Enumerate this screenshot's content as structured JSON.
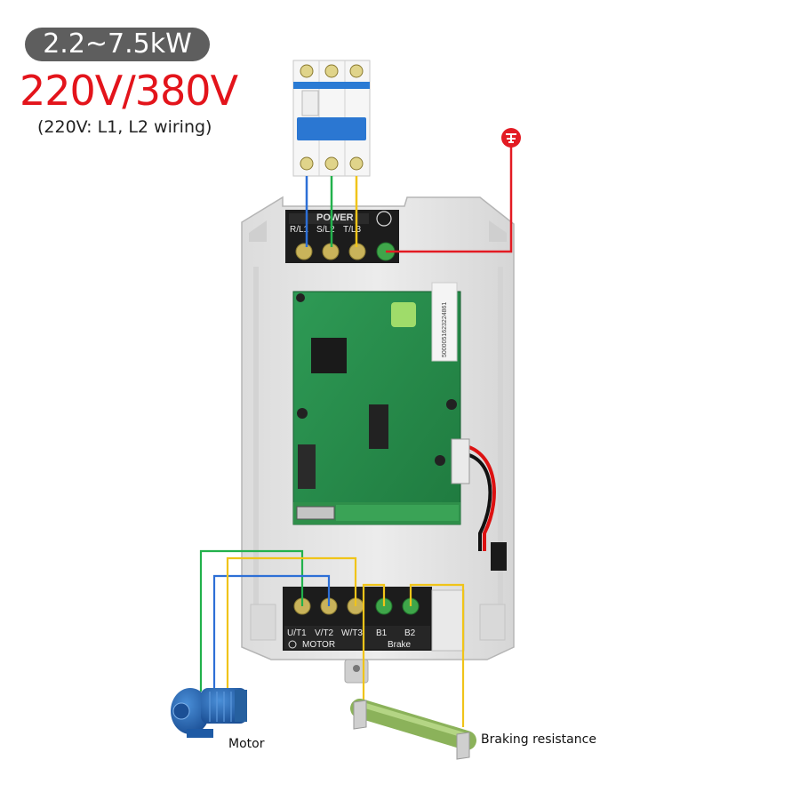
{
  "header": {
    "power_range": "2.2~7.5kW",
    "voltage": "220V/380V",
    "wiring_note": "(220V: L1, L2 wiring)"
  },
  "power_terminal": {
    "title": "POWER",
    "labels": [
      "R/L1",
      "S/L2",
      "T/L3"
    ]
  },
  "output_terminal": {
    "labels": [
      "U/T1",
      "V/T2",
      "W/T3",
      "B1",
      "B2"
    ],
    "motor_label": "MOTOR",
    "brake_label": "Brake"
  },
  "control_board": {
    "sticker_text": "5000051623224861"
  },
  "captions": {
    "motor": "Motor",
    "braking": "Braking resistance"
  },
  "colors": {
    "wire_blue": "#2d6fd6",
    "wire_green": "#22b14c",
    "wire_yellow": "#f0c419",
    "wire_red": "#e31b23",
    "badge": "#5e5e5e",
    "voltage_red": "#e3141b"
  },
  "icons": {
    "ground": "ground-symbol-icon"
  }
}
